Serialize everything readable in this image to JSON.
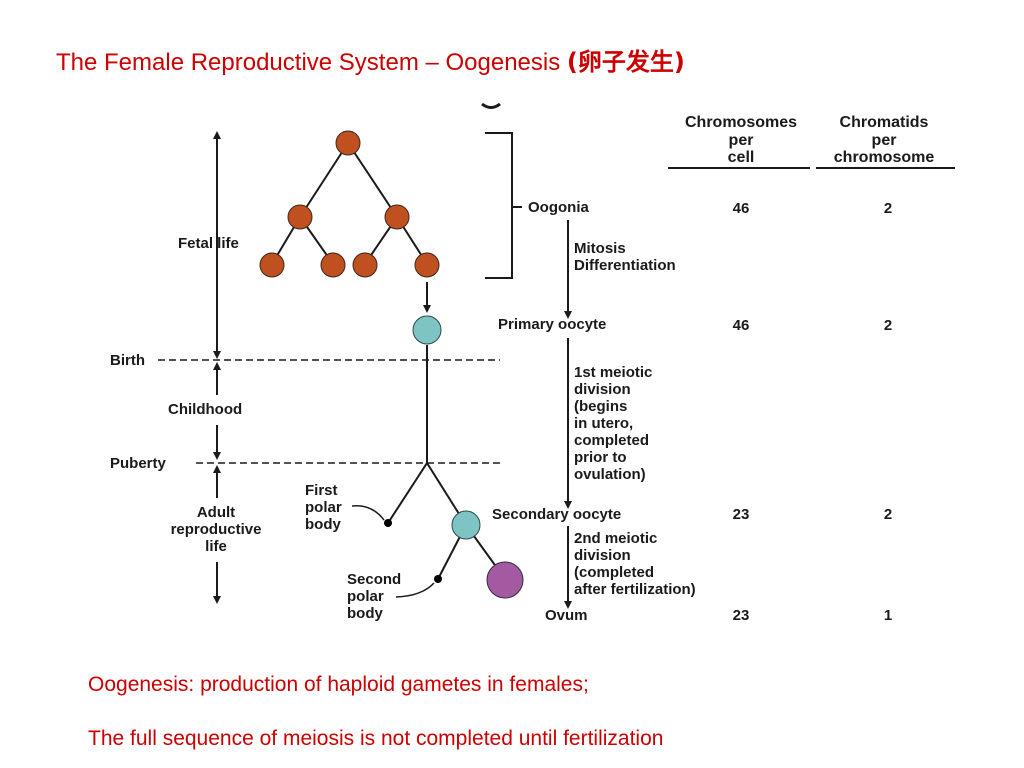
{
  "title": {
    "text": "The Female Reproductive System – Oogenesis ",
    "cjk": "(卵子发生)"
  },
  "diagram": {
    "column_headers": {
      "chromosomes": [
        "Chromosomes",
        "per",
        "cell"
      ],
      "chromatids": [
        "Chromatids",
        "per",
        "chromosome"
      ]
    },
    "life_stages": {
      "fetal_life": "Fetal life",
      "birth": "Birth",
      "childhood": "Childhood",
      "puberty": "Puberty",
      "adult": [
        "Adult",
        "reproductive",
        "life"
      ]
    },
    "cells": {
      "oogonia": "Oogonia",
      "primary_oocyte": "Primary oocyte",
      "secondary_oocyte": "Secondary oocyte",
      "ovum": "Ovum"
    },
    "processes": {
      "mitosis": [
        "Mitosis",
        "Differentiation"
      ],
      "meiosis_1": [
        "1st meiotic",
        "division",
        "(begins",
        "in utero,",
        "completed",
        "prior to",
        "ovulation)"
      ],
      "meiosis_2": [
        "2nd meiotic",
        "division",
        "(completed",
        "after fertilization)"
      ]
    },
    "polar_bodies": {
      "first": [
        "First",
        "polar",
        "body"
      ],
      "second": [
        "Second",
        "polar",
        "body"
      ]
    },
    "table": [
      {
        "stage": "oogonia",
        "chromosomes": "46",
        "chromatids": "2"
      },
      {
        "stage": "primary_oocyte",
        "chromosomes": "46",
        "chromatids": "2"
      },
      {
        "stage": "secondary_oocyte",
        "chromosomes": "23",
        "chromatids": "2"
      },
      {
        "stage": "ovum",
        "chromosomes": "23",
        "chromatids": "1"
      }
    ],
    "colors": {
      "oogonia": "#c0501f",
      "oocyte": "#7fc4c4",
      "ovum": "#a35aa0",
      "polar_body": "#000000"
    }
  },
  "captions": {
    "line1": "Oogenesis: production of haploid gametes in females;",
    "line2": "The full sequence of meiosis is not completed until fertilization"
  }
}
